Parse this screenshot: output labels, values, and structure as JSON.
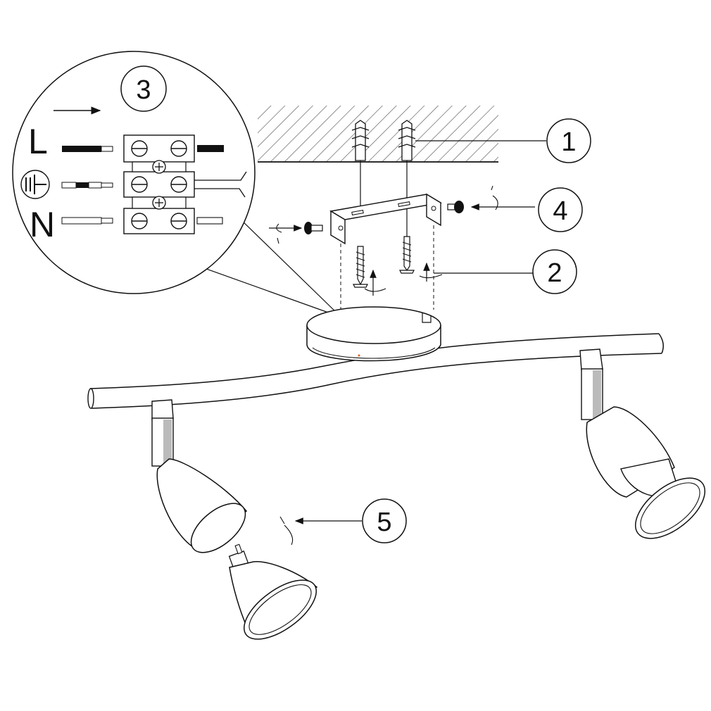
{
  "steps": [
    {
      "number": "1",
      "part": "ceiling-plugs"
    },
    {
      "number": "2",
      "part": "mounting-screws"
    },
    {
      "number": "3",
      "part": "terminal-block"
    },
    {
      "number": "4",
      "part": "bracket-fixing-screws"
    },
    {
      "number": "5",
      "part": "bulb"
    }
  ],
  "wires": [
    {
      "label": "L",
      "kind": "live"
    },
    {
      "label": "earth-symbol",
      "kind": "earth"
    },
    {
      "label": "N",
      "kind": "neutral"
    }
  ],
  "colors": {
    "line": "#111111",
    "fill": "#ffffff",
    "hatch": "#555555"
  }
}
